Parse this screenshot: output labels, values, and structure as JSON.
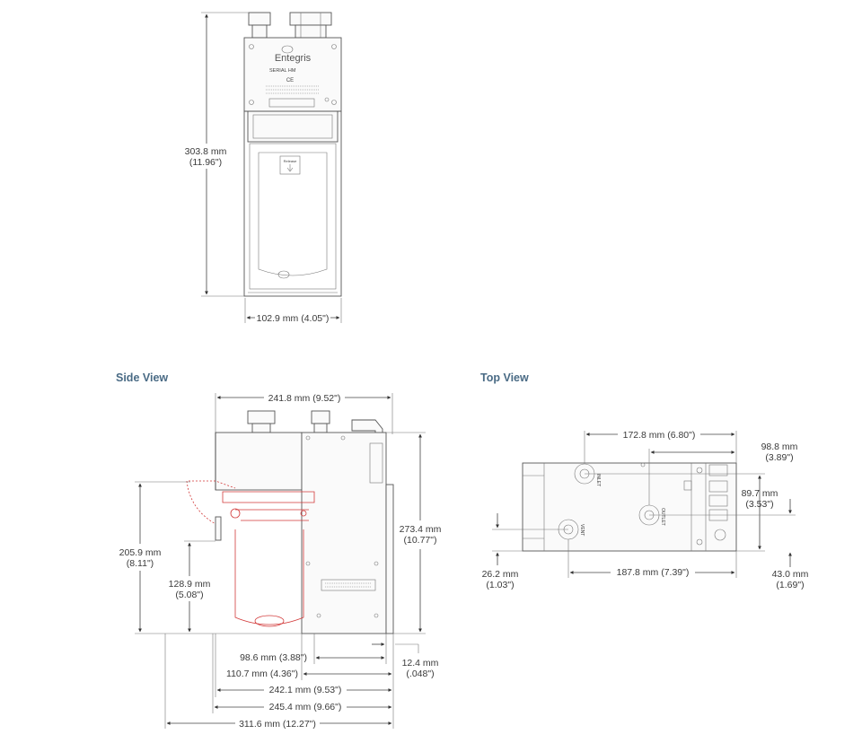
{
  "headers": {
    "side_view": "Side View",
    "top_view": "Top View"
  },
  "front": {
    "brand": "Entegris",
    "model": "SERIAL HM",
    "ce_mark": "CE",
    "release_label": "Release",
    "height_mm": "303.8 mm",
    "height_in": "(11.96\")",
    "width": "102.9 mm (4.05\")"
  },
  "side": {
    "top_width": "241.8 mm (9.52\")",
    "right_height_mm": "273.4 mm",
    "right_height_in": "(10.77\")",
    "left_outer_mm": "205.9 mm",
    "left_outer_in": "(8.11\")",
    "left_inner_mm": "128.9 mm",
    "left_inner_in": "(5.08\")",
    "d1": "98.6 mm (3.88\")",
    "d2": "110.7 mm (4.36\")",
    "d3": "242.1 mm (9.53\")",
    "d4": "245.4 mm (9.66\")",
    "d5": "311.6 mm (12.27\")",
    "side_small_mm": "12.4 mm",
    "side_small_in": "(.048\")"
  },
  "top": {
    "d_top": "172.8 mm (6.80\")",
    "d_right_mm": "98.8 mm",
    "d_right_in": "(3.89\")",
    "d_mid_mm": "89.7 mm",
    "d_mid_in": "(3.53\")",
    "d_left_mm": "26.2 mm",
    "d_left_in": "(1.03\")",
    "d_bottom": "187.8 mm (7.39\")",
    "d_br_mm": "43.0 mm",
    "d_br_in": "(1.69\")",
    "port_inlet": "INLET",
    "port_outlet": "OUTLET",
    "port_vent": "VENT"
  }
}
